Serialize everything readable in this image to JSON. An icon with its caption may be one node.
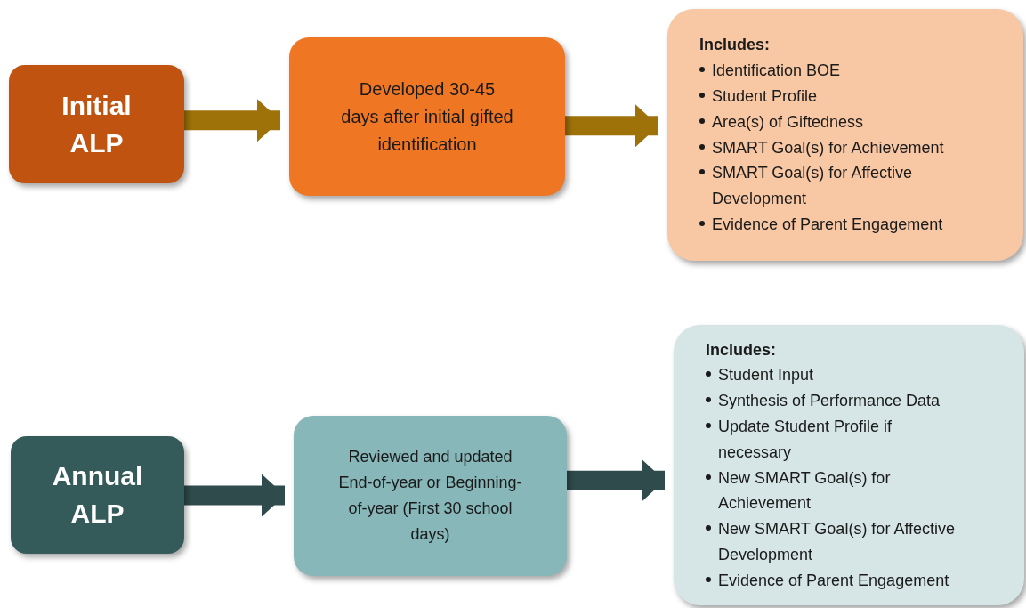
{
  "diagram": {
    "nodes": [
      {
        "text": [
          "Initial ALP"
        ]
      },
      {
        "text": [
          "Developed 30-45 days after initial gifted identification"
        ]
      },
      {
        "text": [
          "Includes:",
          "Identification BOE",
          "Student Profile",
          "Area(s) of Giftedness",
          "SMART Goal(s) for Achievement",
          "SMART Goal(s) for Affective Development",
          "Evidence of Parent Engagement"
        ]
      },
      {
        "text": [
          "Annual ALP"
        ]
      },
      {
        "text": [
          "Reviewed and updated End-of-year or Beginning-of-year (First 30 school days)"
        ]
      },
      {
        "text": [
          "Includes:",
          "Student Input",
          "Synthesis of Performance Data",
          "Update Student Profile if necessary",
          "New SMART Goal(s) for Achievement",
          "New SMART Goal(s) for Affective Development",
          "Evidence of Parent Engagement"
        ]
      }
    ],
    "edges": [
      {
        "from": 0,
        "to": 1,
        "arrow": "to",
        "color": "#9e7209"
      },
      {
        "from": 1,
        "to": 2,
        "arrow": "to",
        "color": "#9e7209"
      },
      {
        "from": 3,
        "to": 4,
        "arrow": "to",
        "color": "#2f4b4b"
      },
      {
        "from": 4,
        "to": 5,
        "arrow": "to",
        "color": "#2f4b4b"
      }
    ]
  }
}
